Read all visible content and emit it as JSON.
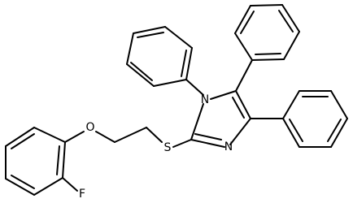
{
  "molecule": {
    "atoms": {
      "oxygen": "O",
      "sulfur": "S",
      "fluorine": "F",
      "nitrogen_1": "N",
      "nitrogen_3": "N"
    }
  }
}
